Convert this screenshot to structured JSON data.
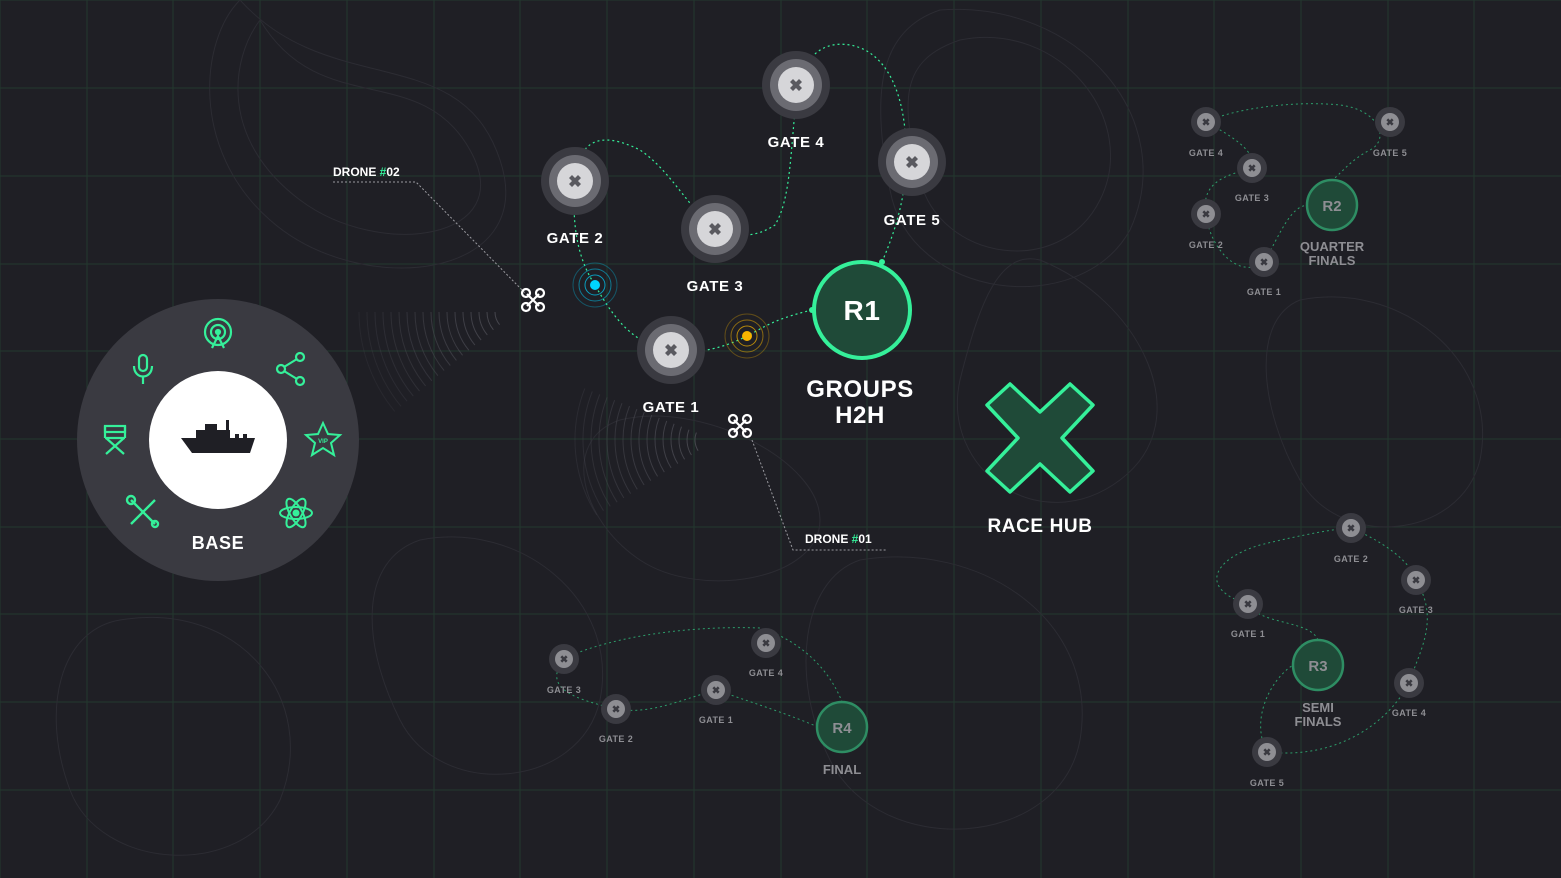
{
  "colors": {
    "background": "#1f1f25",
    "grid": "#23392f",
    "accent": "#35f09a",
    "accent_dark": "#1f4a38",
    "label": "#ffffff",
    "label_dim": "#8e8e93",
    "drone2_marker": "#00d4ff",
    "drone1_marker": "#f7b500"
  },
  "base": {
    "label": "BASE",
    "center_icon": "ship-icon",
    "tools": [
      "antenna-icon",
      "share-icon",
      "vip-star-icon",
      "atom-icon",
      "wrench-icon",
      "director-chair-icon",
      "microphone-icon"
    ]
  },
  "drones": {
    "drone2": {
      "label_prefix": "DRONE ",
      "hash": "#",
      "number": "02"
    },
    "drone1": {
      "label_prefix": "DRONE ",
      "hash": "#",
      "number": "01"
    }
  },
  "r1": {
    "badge": "R1",
    "title_line1": "GROUPS",
    "title_line2": "H2H",
    "gates": [
      "GATE 1",
      "GATE 2",
      "GATE 3",
      "GATE 4",
      "GATE 5"
    ]
  },
  "hub": {
    "label": "RACE HUB",
    "icon": "x-logo-icon"
  },
  "r2": {
    "badge": "R2",
    "title_line1": "QUARTER",
    "title_line2": "FINALS",
    "gates": [
      "GATE 1",
      "GATE 2",
      "GATE 3",
      "GATE 4",
      "GATE 5"
    ]
  },
  "r3": {
    "badge": "R3",
    "title_line1": "SEMI",
    "title_line2": "FINALS",
    "gates": [
      "GATE 1",
      "GATE 2",
      "GATE 3",
      "GATE 4",
      "GATE 5"
    ]
  },
  "r4": {
    "badge": "R4",
    "title": "FINAL",
    "gates": [
      "GATE 1",
      "GATE 2",
      "GATE 3",
      "GATE 4"
    ]
  }
}
